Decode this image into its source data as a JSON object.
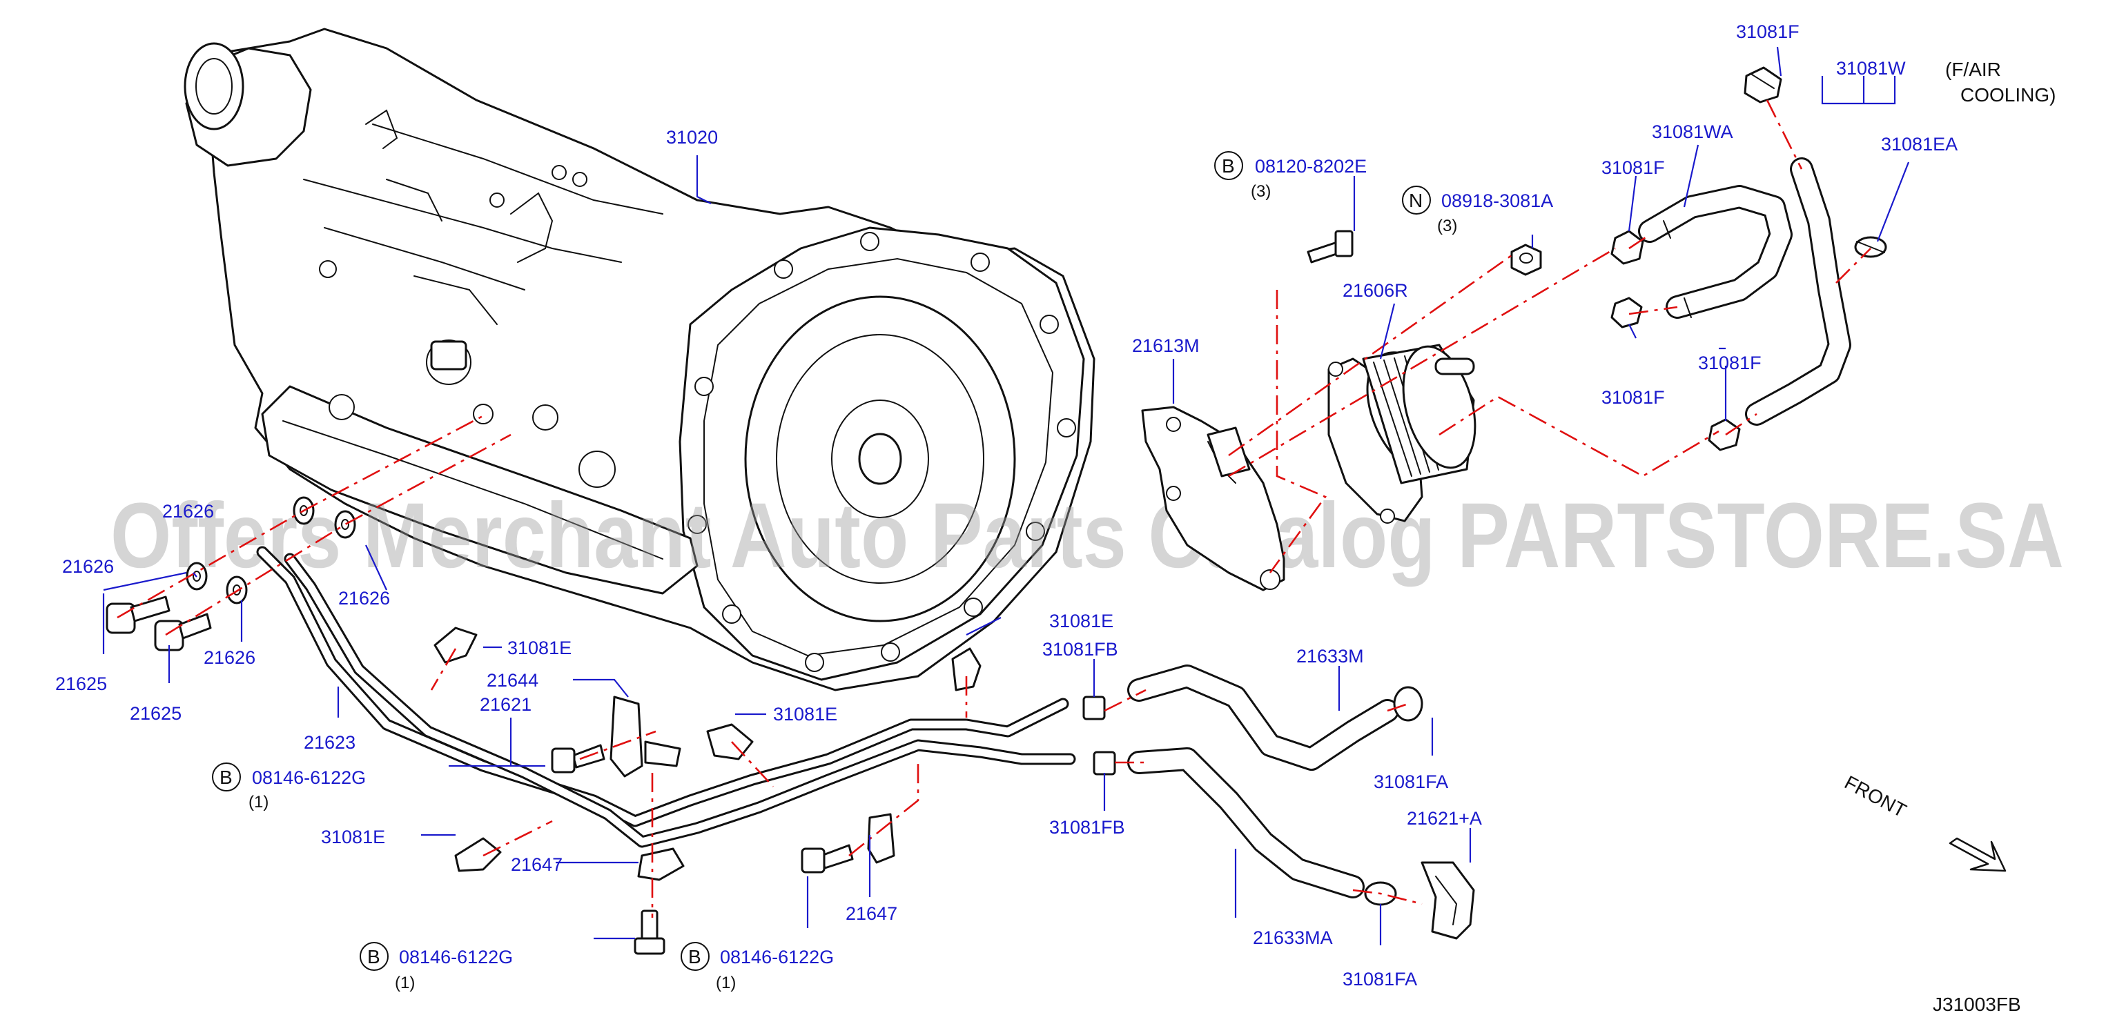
{
  "watermark": "Offers Merchant Auto Parts Catalog PARTSTORE.SA",
  "diagram_id": "J31003FB",
  "front_label": "FRONT",
  "air_cooling_note": {
    "line1": "(F/AIR",
    "line2": "COOLING)"
  },
  "labels": {
    "l31020": "31020",
    "l21625a": "21625",
    "l21625b": "21625",
    "l21626a": "21626",
    "l21626b": "21626",
    "l21626c": "21626",
    "l21626d": "21626",
    "l21623": "21623",
    "l21621": "21621",
    "l21644": "21644",
    "l21647a": "21647",
    "l21647b": "21647",
    "l31081Ea": "31081E",
    "l31081Eb": "31081E",
    "l31081Ec": "31081E",
    "l31081Ed": "31081E",
    "l31081FBa": "31081FB",
    "l31081FBb": "31081FB",
    "l21633M": "21633M",
    "l21633MA": "21633MA",
    "l31081FAa": "31081FA",
    "l31081FAb": "31081FA",
    "l21621A": "21621+A",
    "l21613M": "21613M",
    "l21606R": "21606R",
    "l31081Fa": "31081F",
    "l31081Fb": "31081F",
    "l31081Fc": "31081F",
    "l31081Fd": "31081F",
    "l31081W": "31081W",
    "l31081WA": "31081WA",
    "l31081EA": "31081EA"
  },
  "fasteners": {
    "f1": {
      "symbol": "B",
      "part": "08120-8202E",
      "qty": "(3)"
    },
    "f2": {
      "symbol": "N",
      "part": "08918-3081A",
      "qty": "(3)"
    },
    "f3": {
      "symbol": "B",
      "part": "08146-6122G",
      "qty": "(1)"
    },
    "f4": {
      "symbol": "B",
      "part": "08146-6122G",
      "qty": "(1)"
    },
    "f5": {
      "symbol": "B",
      "part": "08146-6122G",
      "qty": "(1)"
    }
  },
  "colors": {
    "label": "#1a1acc",
    "leader_dash": "#e01010",
    "linework": "#111111",
    "watermark": "#9a9a9a"
  }
}
